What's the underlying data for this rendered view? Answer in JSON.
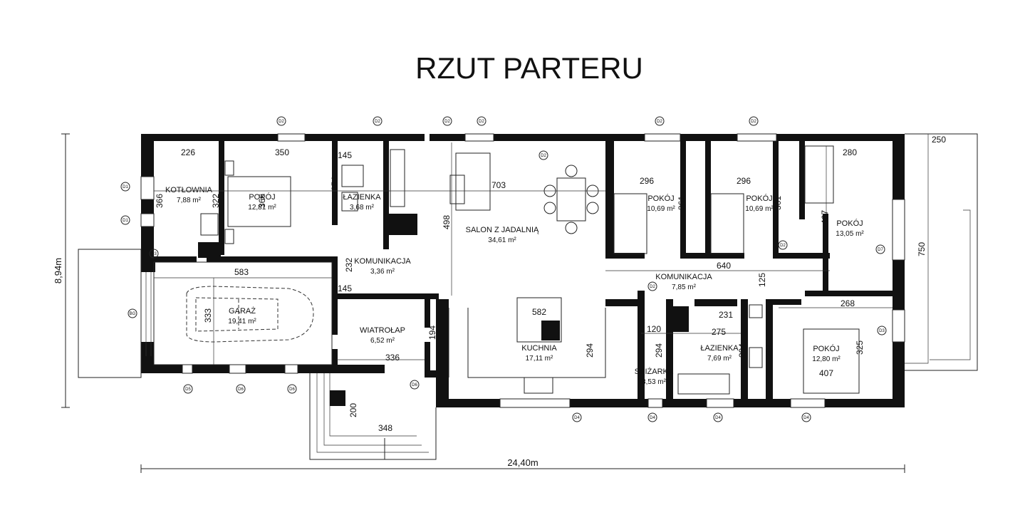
{
  "title": "RZUT PARTERU",
  "overall": {
    "width": "24,40m",
    "depth": "8,94m"
  },
  "rooms": [
    {
      "name": "KOTŁOWNIA",
      "area": "7,88 m²"
    },
    {
      "name": "POKÓJ",
      "area": "12,81 m²"
    },
    {
      "name": "ŁAZIENKA",
      "area": "3,68 m²"
    },
    {
      "name": "SALON Z JADALNIĄ",
      "area": "34,61 m²"
    },
    {
      "name": "POKÓJ",
      "area": "10,69 m²"
    },
    {
      "name": "POKÓJ",
      "area": "10,69 m²"
    },
    {
      "name": "POKÓJ",
      "area": "13,05 m²"
    },
    {
      "name": "KOMUNIKACJA",
      "area": "3,36 m²"
    },
    {
      "name": "GARAŻ",
      "area": "19,41 m²"
    },
    {
      "name": "WIATROŁAP",
      "area": "6,52 m²"
    },
    {
      "name": "KUCHNIA",
      "area": "17,11 m²"
    },
    {
      "name": "KOMUNIKACJA",
      "area": "7,85 m²"
    },
    {
      "name": "ŁAZIENKA",
      "area": "7,69 m²"
    },
    {
      "name": "SPIŻARKA",
      "area": "3,53 m²"
    },
    {
      "name": "POKÓJ",
      "area": "12,80 m²"
    }
  ],
  "dims": [
    "226",
    "350",
    "145",
    "280",
    "250",
    "703",
    "296",
    "296",
    "366",
    "322",
    "366",
    "254",
    "498",
    "361",
    "361",
    "467",
    "750",
    "583",
    "232",
    "145",
    "640",
    "125",
    "333",
    "194",
    "336",
    "582",
    "268",
    "231",
    "275",
    "120",
    "294",
    "294",
    "294",
    "294",
    "325",
    "407",
    "200",
    "348"
  ],
  "tags": [
    "D1",
    "D1",
    "D2",
    "D2",
    "D2",
    "D2",
    "D2",
    "D2",
    "D2",
    "D2",
    "D2",
    "D3",
    "D3",
    "D4",
    "D4",
    "D4",
    "D4",
    "D5",
    "D6",
    "D6",
    "D6",
    "D7",
    "BG"
  ]
}
